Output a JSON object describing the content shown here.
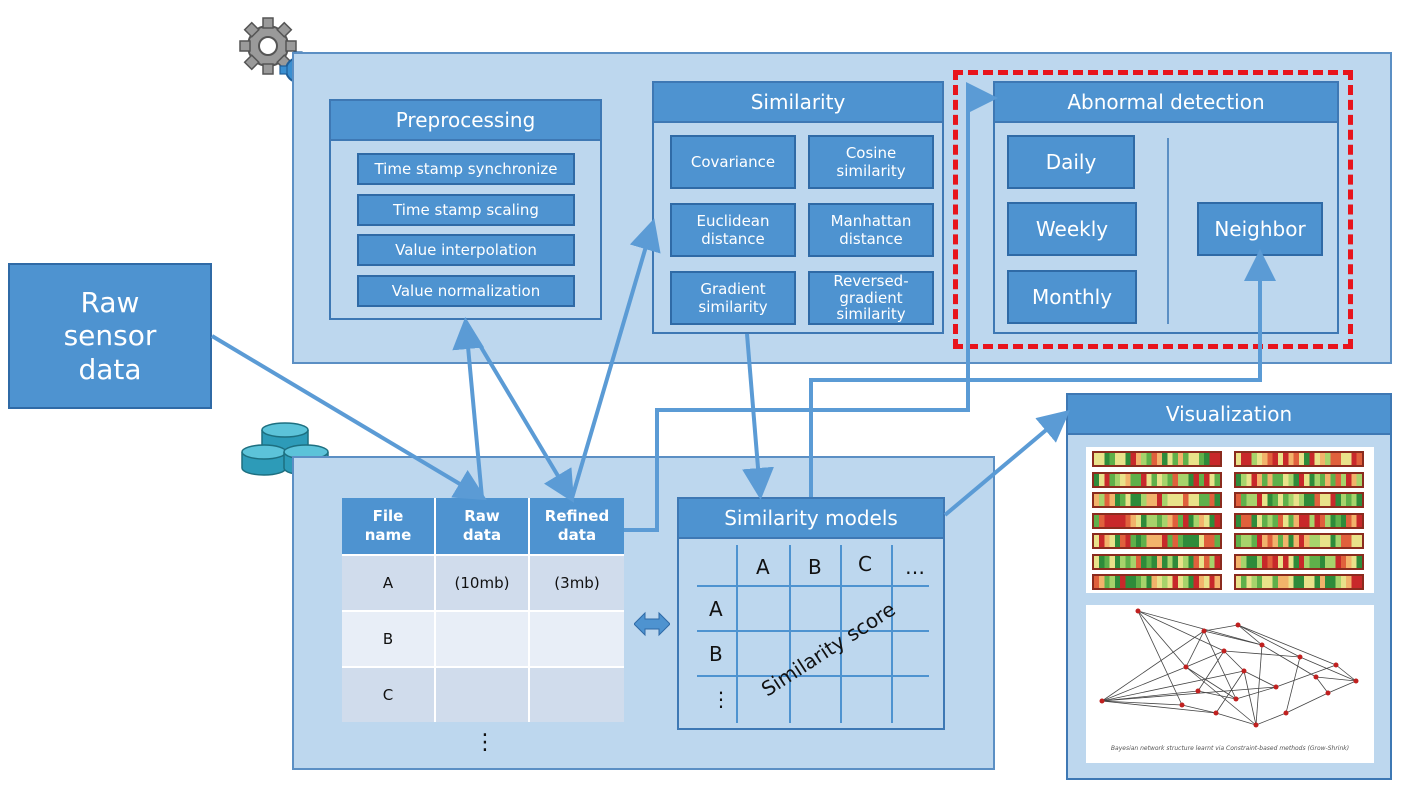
{
  "raw_sensor": {
    "label": "Raw\nsensor\ndata"
  },
  "preprocessing": {
    "title": "Preprocessing",
    "items": [
      "Time stamp synchronize",
      "Time stamp scaling",
      "Value interpolation",
      "Value normalization"
    ]
  },
  "similarity": {
    "title": "Similarity",
    "items": [
      "Covariance",
      "Cosine\nsimilarity",
      "Euclidean\ndistance",
      "Manhattan\ndistance",
      "Gradient\nsimilarity",
      "Reversed-\ngradient\nsimilarity"
    ]
  },
  "abnormal": {
    "title": "Abnormal detection",
    "periods": [
      "Daily",
      "Weekly",
      "Monthly"
    ],
    "neighbor": "Neighbor"
  },
  "table": {
    "headers": [
      "File\nname",
      "Raw\ndata",
      "Refined\ndata"
    ],
    "rows": [
      [
        "A",
        "(10mb)",
        "(3mb)"
      ],
      [
        "B",
        "",
        ""
      ],
      [
        "C",
        "",
        ""
      ]
    ],
    "ellipsis": "⋮"
  },
  "models": {
    "title": "Similarity models",
    "col_labels": [
      "A",
      "B",
      "C",
      "…"
    ],
    "row_labels": [
      "A",
      "B",
      "⋮"
    ],
    "score_label": "Similarity score"
  },
  "visualization": {
    "title": "Visualization",
    "network_caption": "Bayesian network structure learnt via Constraint-based methods (Grow-Shrink)"
  },
  "colors": {
    "box_fill": "#4e93d0",
    "region_fill": "#bdd7ee",
    "arrow": "#5b9bd5",
    "highlight": "#e8141c"
  },
  "icons": [
    "gears-icon",
    "database-icon",
    "double-arrow-icon"
  ]
}
